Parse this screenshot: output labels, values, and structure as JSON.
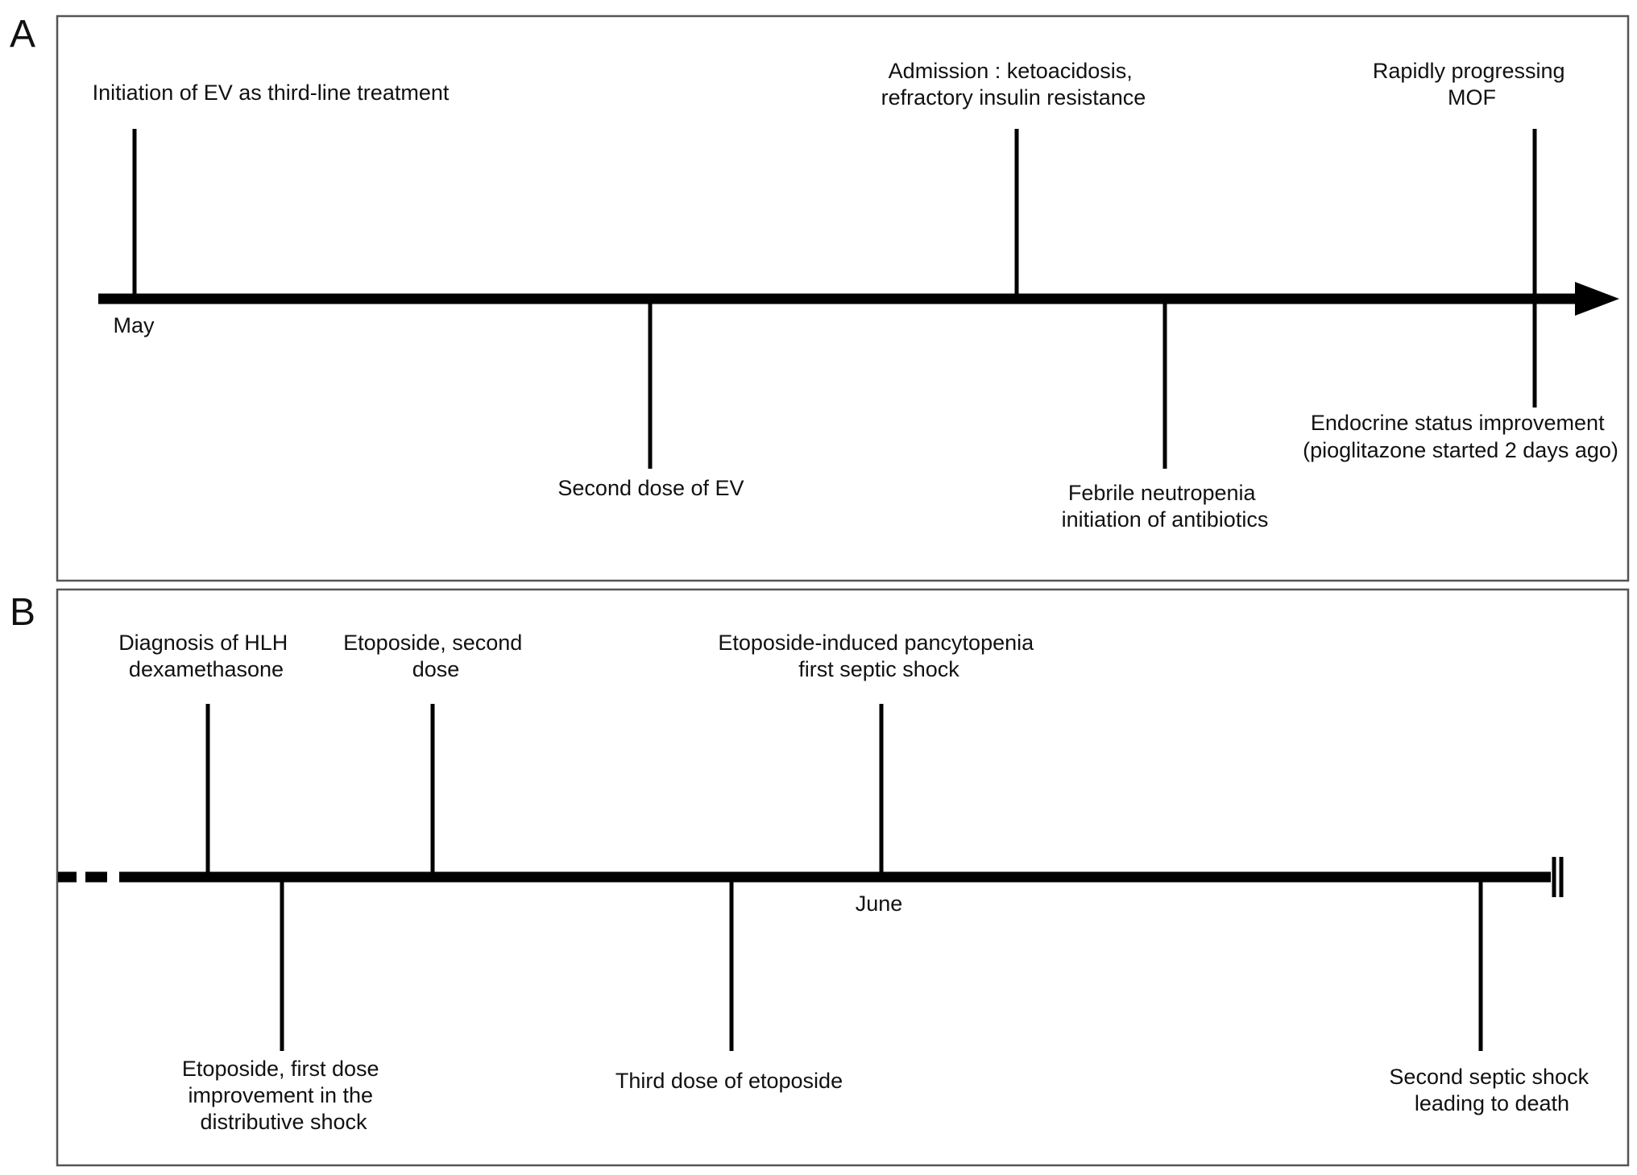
{
  "figure": {
    "background": "#ffffff",
    "ink": "#000000",
    "frame_color": "#555555"
  },
  "panels": [
    {
      "letter": "A",
      "start_label": "May",
      "end_marker": "arrow",
      "events": [
        {
          "text": [
            "Initiation of EV as third-line treatment"
          ],
          "side": "above"
        },
        {
          "text": [
            "Second dose of EV"
          ],
          "side": "below"
        },
        {
          "text": [
            "Admission : ketoacidosis,",
            "refractory insulin resistance"
          ],
          "side": "above"
        },
        {
          "text": [
            "Febrile neutropenia",
            "initiation of antibiotics"
          ],
          "side": "below"
        },
        {
          "text": [
            "Rapidly progressing",
            "MOF"
          ],
          "side": "above"
        },
        {
          "text": [
            "Endocrine status improvement",
            "(pioglitazone started 2 days ago)"
          ],
          "side": "below"
        }
      ]
    },
    {
      "letter": "B",
      "mid_label": "June",
      "start_marker": "dashed",
      "end_marker": "double-bar",
      "events": [
        {
          "text": [
            "Diagnosis of HLH",
            "dexamethasone"
          ],
          "side": "above"
        },
        {
          "text": [
            "Etoposide, first dose",
            "improvement in the",
            "distributive shock"
          ],
          "side": "below"
        },
        {
          "text": [
            "Etoposide, second",
            "dose"
          ],
          "side": "above"
        },
        {
          "text": [
            "Third dose of etoposide"
          ],
          "side": "below"
        },
        {
          "text": [
            "Etoposide-induced pancytopenia",
            "first septic shock"
          ],
          "side": "above"
        },
        {
          "text": [
            "Second septic shock",
            "leading to death"
          ],
          "side": "below"
        }
      ]
    }
  ]
}
